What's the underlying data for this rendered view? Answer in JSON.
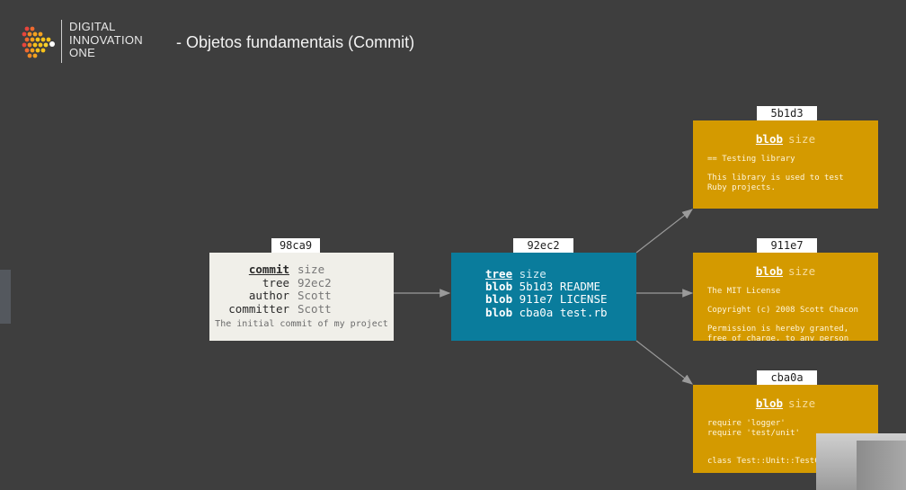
{
  "header": {
    "brand_lines": [
      "DIGITAL",
      "INNOVATION",
      "ONE"
    ],
    "slide_title": "- Objetos fundamentais (Commit)"
  },
  "colors": {
    "background": "#3e3e3e",
    "commit_box": "#f0efe9",
    "tree_box": "#0a7c9c",
    "blob_box": "#d49a00",
    "logo_accent": "#f7a21b"
  },
  "icons": {
    "logo": "digital-innovation-one-logo"
  },
  "commit": {
    "hash": "98ca9",
    "fields": [
      {
        "key": "commit",
        "value": "size"
      },
      {
        "key": "tree",
        "value": "92ec2"
      },
      {
        "key": "author",
        "value": "Scott"
      },
      {
        "key": "committer",
        "value": "Scott"
      }
    ],
    "message": "The initial commit of my project"
  },
  "tree": {
    "hash": "92ec2",
    "header_keyword": "tree",
    "header_value": "size",
    "entries": [
      {
        "type": "blob",
        "hash": "5b1d3",
        "name": "README"
      },
      {
        "type": "blob",
        "hash": "911e7",
        "name": "LICENSE"
      },
      {
        "type": "blob",
        "hash": "cba0a",
        "name": "test.rb"
      }
    ]
  },
  "blobs": [
    {
      "hash": "5b1d3",
      "keyword": "blob",
      "size_label": "size",
      "content": "== Testing library\n\nThis library is used to test\nRuby projects."
    },
    {
      "hash": "911e7",
      "keyword": "blob",
      "size_label": "size",
      "content": "The MIT License\n\nCopyright (c) 2008 Scott Chacon\n\nPermission is hereby granted,\nfree of charge, to any person"
    },
    {
      "hash": "cba0a",
      "keyword": "blob",
      "size_label": "size",
      "content": "require 'logger'\nrequire 'test/unit'\n\n\nclass Test::Unit::TestCase"
    }
  ]
}
